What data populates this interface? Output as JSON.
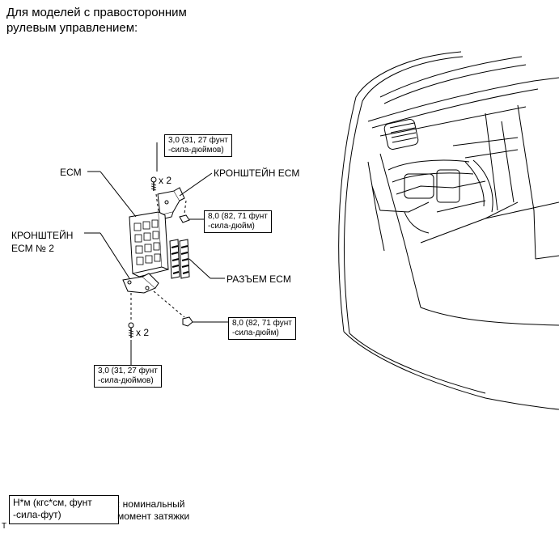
{
  "heading": {
    "line1": "Для моделей с правосторонним",
    "line2": "рулевым управлением:"
  },
  "labels": {
    "ecm": "ECM",
    "bracket_ecm": "КРОНШТЕЙН ECM",
    "bracket_ecm2_line1": "КРОНШТЕЙН",
    "bracket_ecm2_line2": "ECM № 2",
    "ecm_connector": "РАЗЪЕМ ECM",
    "qty_top": "x 2",
    "qty_bottom": "x 2"
  },
  "torque": {
    "top_line1": "3,0 (31, 27 фунт",
    "top_line2": "-сила-дюймов)",
    "right_upper_line1": "8,0 (82, 71 фунт",
    "right_upper_line2": "-сила-дюйм)",
    "right_lower_line1": "8,0 (82, 71 фунт",
    "right_lower_line2": "-сила-дюйм)",
    "bottom_line1": "3,0 (31, 27 фунт",
    "bottom_line2": "-сила-дюймов)"
  },
  "legend": {
    "box_line1": "Н*м (кгс*см, фунт",
    "box_line2": "-сила-фут)",
    "desc_line1": ": номинальный",
    "desc_line2": "момент затяжки"
  },
  "corner_mark": "T"
}
